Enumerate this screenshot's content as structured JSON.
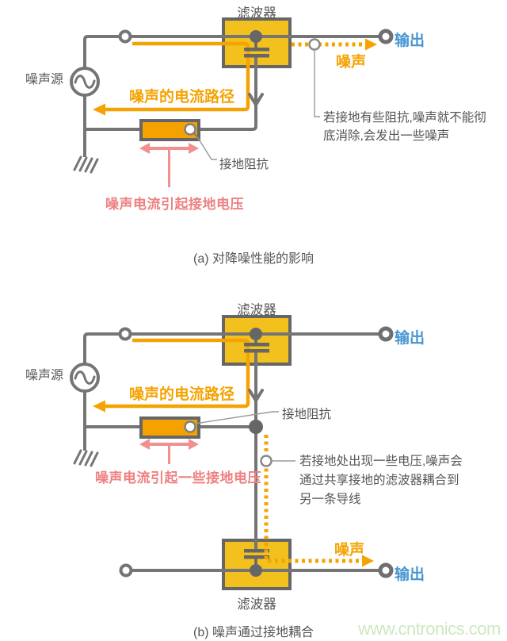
{
  "diagram_a": {
    "filter_label": "滤波器",
    "output_label": "输出",
    "noise_label": "噪声",
    "noise_path_label": "噪声的电流路径",
    "noise_source_label": "噪声源",
    "ground_impedance_label": "接地阻抗",
    "ground_voltage_label": "噪声电流引起接地电压",
    "note_line1": "若接地有些阻抗,噪声就不能彻",
    "note_line2": "底消除,会发出一些噪声",
    "caption": "(a)  对降噪性能的影响"
  },
  "diagram_b": {
    "filter_top_label": "滤波器",
    "filter_bottom_label": "滤波器",
    "output_top_label": "输出",
    "output_bottom_label": "输出",
    "noise_label": "噪声",
    "noise_path_label": "噪声的电流路径",
    "noise_source_label": "噪声源",
    "ground_impedance_label": "接地阻抗",
    "ground_voltage_label": "噪声电流引起一些接地电压",
    "note_line1": "若接地处出现一些电压,噪声会",
    "note_line2": "通过共享接地的滤波器耦合到",
    "note_line3": "另一条导线",
    "caption": "(b)  噪声通过接地耦合"
  },
  "watermark": "www.cntronics.com",
  "colors": {
    "wire_gray": "#757575",
    "box_border": "#666666",
    "filter_fill": "#F2C11E",
    "resistor_fill": "#F5A201",
    "noise_orange": "#F5A302",
    "pink_accent": "#F28F8F",
    "output_blue": "#4696D2",
    "text_gray": "#555555",
    "watermark_green": "#CFE7C2"
  }
}
